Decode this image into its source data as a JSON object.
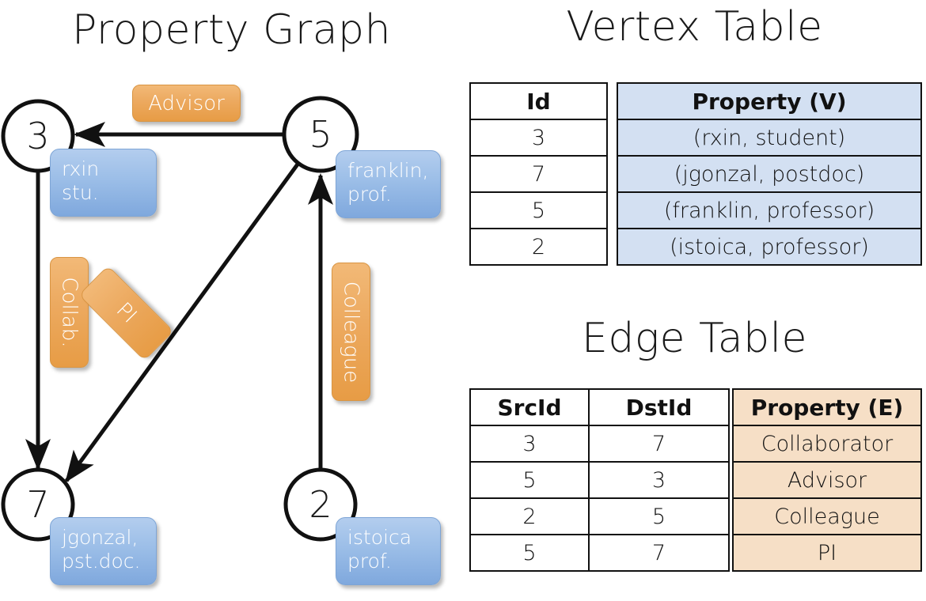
{
  "titles": {
    "property_graph": "Property Graph",
    "vertex_table": "Vertex Table",
    "edge_table": "Edge Table"
  },
  "colors": {
    "vertex_property_fill": "#d3e0f2",
    "edge_property_fill": "#f6dfc6",
    "node_property_box": "#9dbfe8",
    "edge_label_box": "#eca95f",
    "stroke": "#111111",
    "background": "#ffffff"
  },
  "graph": {
    "nodes": [
      {
        "id": "3",
        "property_text": "rxin\nstu."
      },
      {
        "id": "5",
        "property_text": "franklin,\nprof."
      },
      {
        "id": "7",
        "property_text": "jgonzal,\npst.doc."
      },
      {
        "id": "2",
        "property_text": "istoica\nprof."
      }
    ],
    "edge_labels": [
      {
        "name": "advisor",
        "text": "Advisor"
      },
      {
        "name": "collab",
        "text": "Collab."
      },
      {
        "name": "pi",
        "text": "PI"
      },
      {
        "name": "colleague",
        "text": "Colleague"
      }
    ],
    "edges": [
      {
        "from": "5",
        "to": "3",
        "label": "Advisor"
      },
      {
        "from": "3",
        "to": "7",
        "label": "Collab."
      },
      {
        "from": "5",
        "to": "7",
        "label": "PI"
      },
      {
        "from": "2",
        "to": "5",
        "label": "Colleague"
      }
    ]
  },
  "chart_data": {
    "type": "table",
    "title": "Property Graph representation as Vertex and Edge tables",
    "vertex_table": {
      "title": "Vertex Table",
      "columns": [
        "Id",
        "Property (V)"
      ],
      "rows": [
        [
          "3",
          "(rxin, student)"
        ],
        [
          "7",
          "(jgonzal, postdoc)"
        ],
        [
          "5",
          "(franklin, professor)"
        ],
        [
          "2",
          "(istoica, professor)"
        ]
      ]
    },
    "edge_table": {
      "title": "Edge Table",
      "columns": [
        "SrcId",
        "DstId",
        "Property (E)"
      ],
      "rows": [
        [
          "3",
          "7",
          "Collaborator"
        ],
        [
          "5",
          "3",
          "Advisor"
        ],
        [
          "2",
          "5",
          "Colleague"
        ],
        [
          "5",
          "7",
          "PI"
        ]
      ]
    }
  },
  "vertex_table": {
    "header": {
      "id": "Id",
      "property": "Property (V)"
    },
    "rows": [
      {
        "id": "3",
        "property": "(rxin, student)"
      },
      {
        "id": "7",
        "property": "(jgonzal, postdoc)"
      },
      {
        "id": "5",
        "property": "(franklin, professor)"
      },
      {
        "id": "2",
        "property": "(istoica, professor)"
      }
    ]
  },
  "edge_table": {
    "header": {
      "src": "SrcId",
      "dst": "DstId",
      "property": "Property (E)"
    },
    "rows": [
      {
        "src": "3",
        "dst": "7",
        "property": "Collaborator"
      },
      {
        "src": "5",
        "dst": "3",
        "property": "Advisor"
      },
      {
        "src": "2",
        "dst": "5",
        "property": "Colleague"
      },
      {
        "src": "5",
        "dst": "7",
        "property": "PI"
      }
    ]
  }
}
